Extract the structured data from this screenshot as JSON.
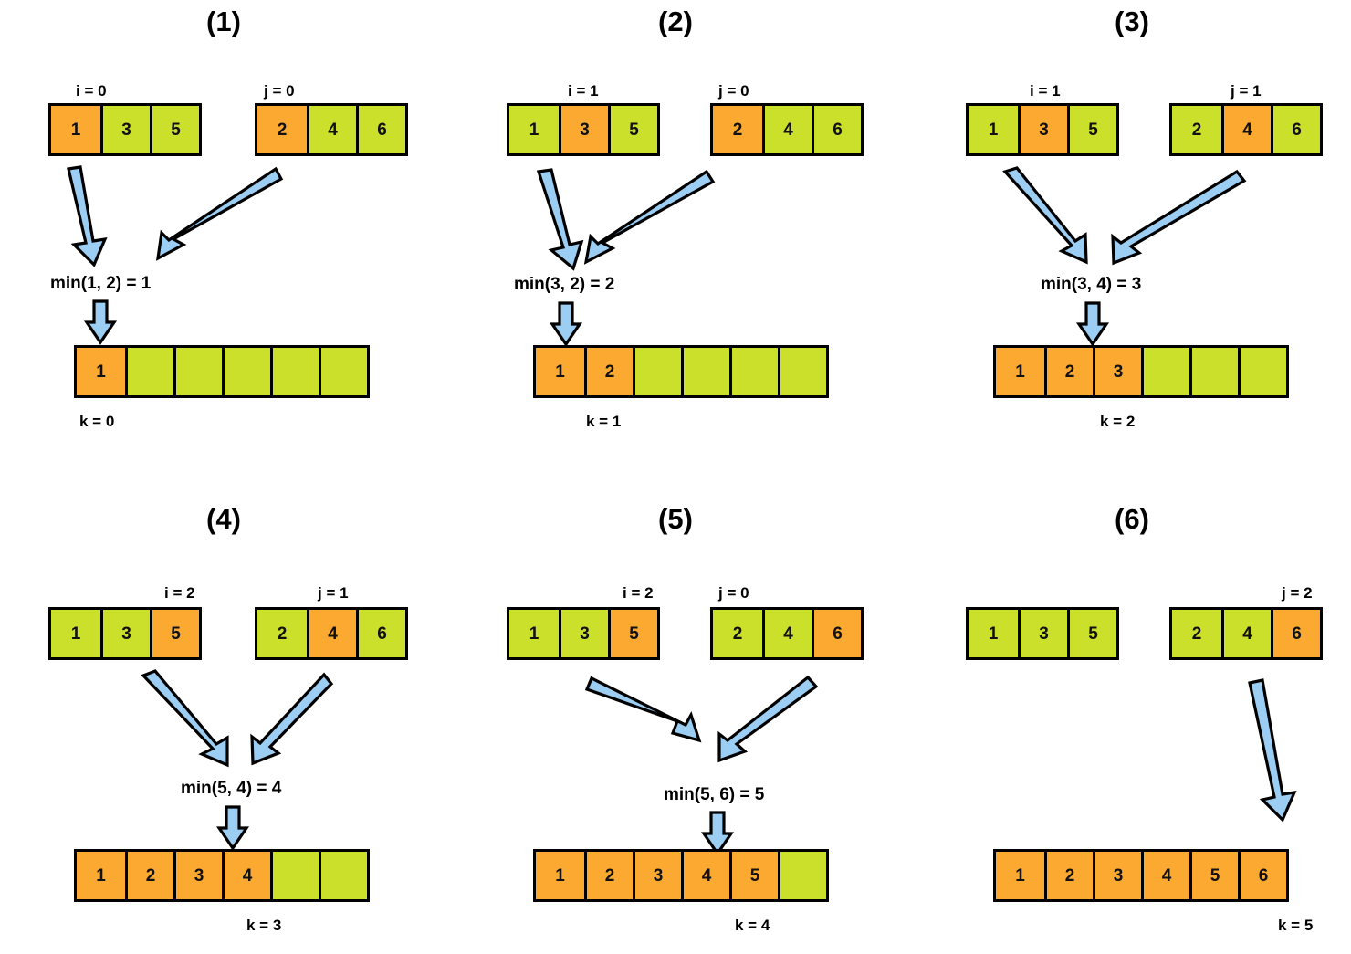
{
  "figure": {
    "title": "",
    "colors": {
      "sorted_highlight": "#fba930",
      "unsorted": "#cbe02b",
      "arrow_fill": "#9ccdf2",
      "outline": "#000000",
      "background": "#ffffff"
    }
  },
  "panels": [
    {
      "title": "(1)",
      "left_array": {
        "index_label": "i = 0",
        "cells": [
          {
            "value": "1",
            "state": "orange"
          },
          {
            "value": "3",
            "state": "green"
          },
          {
            "value": "5",
            "state": "green"
          }
        ]
      },
      "right_array": {
        "index_label": "j = 0",
        "cells": [
          {
            "value": "2",
            "state": "orange"
          },
          {
            "value": "4",
            "state": "green"
          },
          {
            "value": "6",
            "state": "green"
          }
        ]
      },
      "min_text": "min(1, 2) = 1",
      "output_array": {
        "k_label": "k = 0",
        "cells": [
          {
            "value": "1",
            "state": "orange"
          },
          {
            "value": "",
            "state": "green"
          },
          {
            "value": "",
            "state": "green"
          },
          {
            "value": "",
            "state": "green"
          },
          {
            "value": "",
            "state": "green"
          },
          {
            "value": "",
            "state": "green"
          }
        ]
      }
    },
    {
      "title": "(2)",
      "left_array": {
        "index_label": "i = 1",
        "cells": [
          {
            "value": "1",
            "state": "green"
          },
          {
            "value": "3",
            "state": "orange"
          },
          {
            "value": "5",
            "state": "green"
          }
        ]
      },
      "right_array": {
        "index_label": "j = 0",
        "cells": [
          {
            "value": "2",
            "state": "orange"
          },
          {
            "value": "4",
            "state": "green"
          },
          {
            "value": "6",
            "state": "green"
          }
        ]
      },
      "min_text": "min(3, 2) = 2",
      "output_array": {
        "k_label": "k = 1",
        "cells": [
          {
            "value": "1",
            "state": "orange"
          },
          {
            "value": "2",
            "state": "orange"
          },
          {
            "value": "",
            "state": "green"
          },
          {
            "value": "",
            "state": "green"
          },
          {
            "value": "",
            "state": "green"
          },
          {
            "value": "",
            "state": "green"
          }
        ]
      }
    },
    {
      "title": "(3)",
      "left_array": {
        "index_label": "i = 1",
        "cells": [
          {
            "value": "1",
            "state": "green"
          },
          {
            "value": "3",
            "state": "orange"
          },
          {
            "value": "5",
            "state": "green"
          }
        ]
      },
      "right_array": {
        "index_label": "j = 1",
        "cells": [
          {
            "value": "2",
            "state": "green"
          },
          {
            "value": "4",
            "state": "orange"
          },
          {
            "value": "6",
            "state": "green"
          }
        ]
      },
      "min_text": "min(3, 4) = 3",
      "output_array": {
        "k_label": "k = 2",
        "cells": [
          {
            "value": "1",
            "state": "orange"
          },
          {
            "value": "2",
            "state": "orange"
          },
          {
            "value": "3",
            "state": "orange"
          },
          {
            "value": "",
            "state": "green"
          },
          {
            "value": "",
            "state": "green"
          },
          {
            "value": "",
            "state": "green"
          }
        ]
      }
    },
    {
      "title": "(4)",
      "left_array": {
        "index_label": "i = 2",
        "cells": [
          {
            "value": "1",
            "state": "green"
          },
          {
            "value": "3",
            "state": "green"
          },
          {
            "value": "5",
            "state": "orange"
          }
        ]
      },
      "right_array": {
        "index_label": "j = 1",
        "cells": [
          {
            "value": "2",
            "state": "green"
          },
          {
            "value": "4",
            "state": "orange"
          },
          {
            "value": "6",
            "state": "green"
          }
        ]
      },
      "min_text": "min(5, 4) = 4",
      "output_array": {
        "k_label": "k = 3",
        "cells": [
          {
            "value": "1",
            "state": "orange"
          },
          {
            "value": "2",
            "state": "orange"
          },
          {
            "value": "3",
            "state": "orange"
          },
          {
            "value": "4",
            "state": "orange"
          },
          {
            "value": "",
            "state": "green"
          },
          {
            "value": "",
            "state": "green"
          }
        ]
      }
    },
    {
      "title": "(5)",
      "left_array": {
        "index_label": "i = 2",
        "cells": [
          {
            "value": "1",
            "state": "green"
          },
          {
            "value": "3",
            "state": "green"
          },
          {
            "value": "5",
            "state": "orange"
          }
        ]
      },
      "right_array": {
        "index_label": "j = 0",
        "cells": [
          {
            "value": "2",
            "state": "green"
          },
          {
            "value": "4",
            "state": "green"
          },
          {
            "value": "6",
            "state": "orange"
          }
        ]
      },
      "min_text": "min(5, 6) = 5",
      "output_array": {
        "k_label": "k = 4",
        "cells": [
          {
            "value": "1",
            "state": "orange"
          },
          {
            "value": "2",
            "state": "orange"
          },
          {
            "value": "3",
            "state": "orange"
          },
          {
            "value": "4",
            "state": "orange"
          },
          {
            "value": "5",
            "state": "orange"
          },
          {
            "value": "",
            "state": "green"
          }
        ]
      }
    },
    {
      "title": "(6)",
      "left_array": {
        "index_label": "",
        "cells": [
          {
            "value": "1",
            "state": "green"
          },
          {
            "value": "3",
            "state": "green"
          },
          {
            "value": "5",
            "state": "green"
          }
        ]
      },
      "right_array": {
        "index_label": "j = 2",
        "cells": [
          {
            "value": "2",
            "state": "green"
          },
          {
            "value": "4",
            "state": "green"
          },
          {
            "value": "6",
            "state": "orange"
          }
        ]
      },
      "min_text": "",
      "output_array": {
        "k_label": "k = 5",
        "cells": [
          {
            "value": "1",
            "state": "orange"
          },
          {
            "value": "2",
            "state": "orange"
          },
          {
            "value": "3",
            "state": "orange"
          },
          {
            "value": "4",
            "state": "orange"
          },
          {
            "value": "5",
            "state": "orange"
          },
          {
            "value": "6",
            "state": "orange"
          }
        ]
      }
    }
  ]
}
